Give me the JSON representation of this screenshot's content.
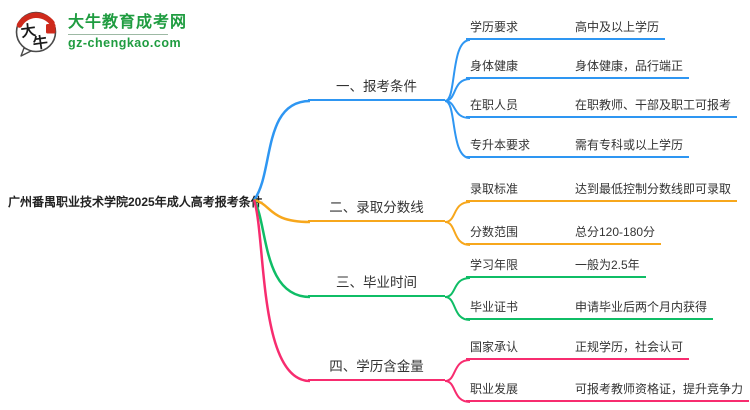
{
  "logo": {
    "icon_char1": "大",
    "icon_char2": "牛",
    "title": "大牛教育成考网",
    "subtitle": "gz-chengkao.com"
  },
  "center": {
    "title": "广州番禺职业技术学院2025年成人高考报考条件"
  },
  "colors": {
    "blue": "#2e96f2",
    "orange": "#f7a71c",
    "green": "#0fbd66",
    "pink": "#f72c6f",
    "logo_green": "#1f9c40",
    "seal_red": "#ce2a1c",
    "text_dark": "#333333"
  },
  "branches": [
    {
      "label": "一、报考条件",
      "color": "#2e96f2",
      "items": [
        {
          "key": "学历要求",
          "value": "高中及以上学历"
        },
        {
          "key": "身体健康",
          "value": "身体健康，品行端正"
        },
        {
          "key": "在职人员",
          "value": "在职教师、干部及职工可报考"
        },
        {
          "key": "专升本要求",
          "value": "需有专科或以上学历"
        }
      ]
    },
    {
      "label": "二、录取分数线",
      "color": "#f7a71c",
      "items": [
        {
          "key": "录取标准",
          "value": "达到最低控制分数线即可录取"
        },
        {
          "key": "分数范围",
          "value": "总分120-180分"
        }
      ]
    },
    {
      "label": "三、毕业时间",
      "color": "#0fbd66",
      "items": [
        {
          "key": "学习年限",
          "value": "一般为2.5年"
        },
        {
          "key": "毕业证书",
          "value": "申请毕业后两个月内获得"
        }
      ]
    },
    {
      "label": "四、学历含金量",
      "color": "#f72c6f",
      "items": [
        {
          "key": "国家承认",
          "value": "正规学历，社会认可"
        },
        {
          "key": "职业发展",
          "value": "可报考教师资格证，提升竞争力"
        }
      ]
    }
  ]
}
